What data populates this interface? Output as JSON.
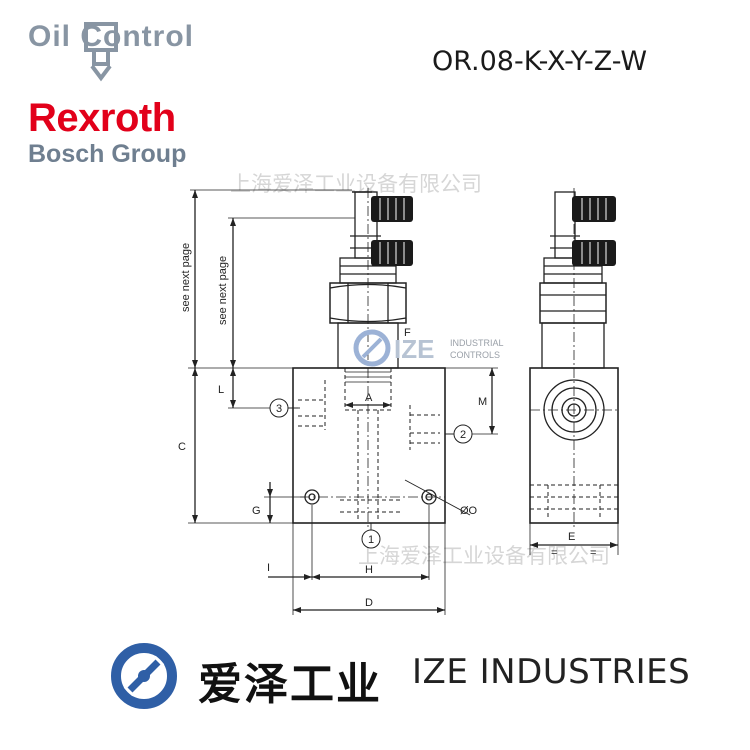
{
  "logos": {
    "oil_control": "Oil Control",
    "rexroth": "Rexroth",
    "bosch_group": "Bosch Group"
  },
  "model_code": "OR.08-K-X-Y-Z-W",
  "watermark": "上海爱泽工业设备有限公司",
  "ize_mini": {
    "brand": "IZE",
    "line1": "INDUSTRIAL",
    "line2": "CONTROLS"
  },
  "drawing": {
    "see_next_page": "see next page",
    "dims": {
      "C": "C",
      "L": "L",
      "G": "G",
      "I": "I",
      "H": "H",
      "D": "D",
      "A": "A",
      "M": "M",
      "E": "E",
      "F": "F",
      "O": "ØO",
      "eq": "="
    },
    "ports": {
      "p1": "1",
      "p2": "2",
      "p3": "3"
    }
  },
  "footer": {
    "cn": "爱泽工业",
    "en": "IZE INDUSTRIES"
  },
  "colors": {
    "rexroth_red": "#e2001a",
    "bosch_gray": "#6f7f90",
    "oil_gray": "#8895a3",
    "ize_blue": "#2f5fa6"
  }
}
